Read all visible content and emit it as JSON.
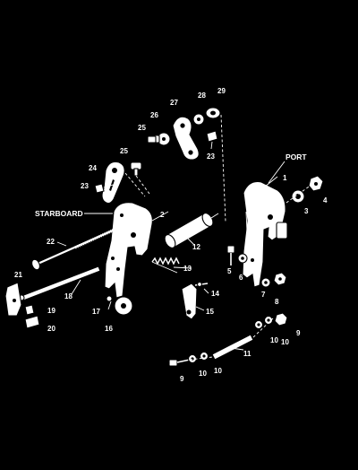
{
  "labels": {
    "starboard": "STARBOARD",
    "port": "PORT",
    "p1": "1",
    "p2": "2",
    "p3": "3",
    "p4": "4",
    "p5": "5",
    "p6": "6",
    "p7": "7",
    "p8": "8",
    "p9a": "9",
    "p9b": "9",
    "p10a": "10",
    "p10b": "10",
    "p10c": "10",
    "p10d": "10",
    "p11": "11",
    "p12": "12",
    "p13": "13",
    "p14": "14",
    "p15": "15",
    "p16": "16",
    "p17": "17",
    "p18": "18",
    "p19": "19",
    "p20": "20",
    "p21": "21",
    "p22": "22",
    "p23a": "23",
    "p23b": "23",
    "p24": "24",
    "p25a": "25",
    "p25b": "25",
    "p26": "26",
    "p27": "27",
    "p28": "28",
    "p29": "29"
  },
  "colors": {
    "background": "#000000",
    "ink": "#ffffff"
  }
}
